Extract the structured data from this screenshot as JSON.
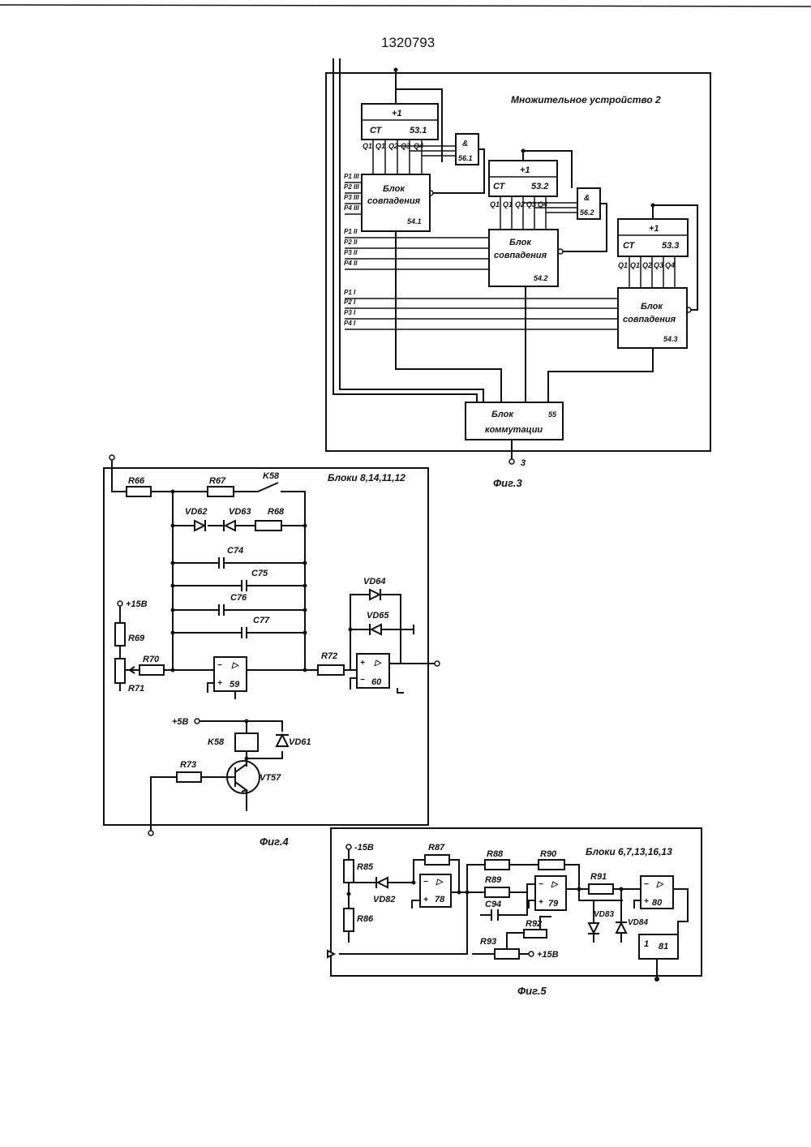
{
  "document_number": "1320793",
  "fig3": {
    "device_title": "Множительное устройство  2",
    "caption": "Фиг.3",
    "output_label": "3",
    "counters": [
      {
        "top": "+1",
        "ct": "СТ",
        "id": "53.1",
        "outs": [
          "Q1",
          "Q1",
          "Q2",
          "Q3",
          "Q4"
        ]
      },
      {
        "top": "+1",
        "ct": "СТ",
        "id": "53.2",
        "outs": [
          "Q1",
          "Q1",
          "Q2",
          "Q3",
          "Q4"
        ]
      },
      {
        "top": "+1",
        "ct": "СТ",
        "id": "53.3",
        "outs": [
          "Q1",
          "Q1",
          "Q2",
          "Q3",
          "Q4"
        ]
      }
    ],
    "and_gates": [
      {
        "sym": "&",
        "id": "56.1"
      },
      {
        "sym": "&",
        "id": "56.2"
      }
    ],
    "coincidence_blocks": [
      {
        "line1": "Блок",
        "line2": "совпадения",
        "id": "54.1",
        "inputs": [
          "P1 III",
          "P2 III",
          "P3 III",
          "P4 III"
        ]
      },
      {
        "line1": "Блок",
        "line2": "совпадения",
        "id": "54.2",
        "inputs": [
          "P1 II",
          "P2 II",
          "P3 II",
          "P4 II"
        ]
      },
      {
        "line1": "Блок",
        "line2": "совпадения",
        "id": "54.3",
        "inputs": [
          "P1 I",
          "P2 I",
          "P3 I",
          "P4 I"
        ]
      }
    ],
    "switch_block": {
      "line1": "Блок",
      "line2": "коммутации",
      "id": "55"
    }
  },
  "fig4": {
    "caption": "Фиг.4",
    "blocks_label": "Блоки 8,14,11,12",
    "labels": {
      "r66": "R66",
      "r67": "R67",
      "k58_contact": "K58",
      "vd62": "VD62",
      "vd63": "VD63",
      "r68": "R68",
      "c74": "C74",
      "c75": "C75",
      "c76": "C76",
      "c77": "C77",
      "vd64": "VD64",
      "vd65": "VD65",
      "plus15": "+15B",
      "r69": "R69",
      "r70": "R70",
      "r71": "R71",
      "r72": "R72",
      "amp59": "59",
      "amp60": "60",
      "plus5": "+5B",
      "k58_coil": "K58",
      "vd61": "VD61",
      "r73": "R73",
      "vt57": "VT57"
    }
  },
  "fig5": {
    "caption": "Фиг.5",
    "blocks_label": "Блоки 6,7,13,16,13",
    "labels": {
      "minus15": "-15B",
      "r85": "R85",
      "r86": "R86",
      "vd82": "VD82",
      "r87": "R87",
      "amp78": "78",
      "r88": "R88",
      "r89": "R89",
      "c94": "C94",
      "r90": "R90",
      "amp79": "79",
      "r91": "R91",
      "r92": "R92",
      "r93": "R93",
      "plus15": "+15B",
      "vd83": "VD83",
      "vd84": "VD84",
      "amp80": "80",
      "elem81": "81",
      "elem81_in": "1"
    }
  }
}
